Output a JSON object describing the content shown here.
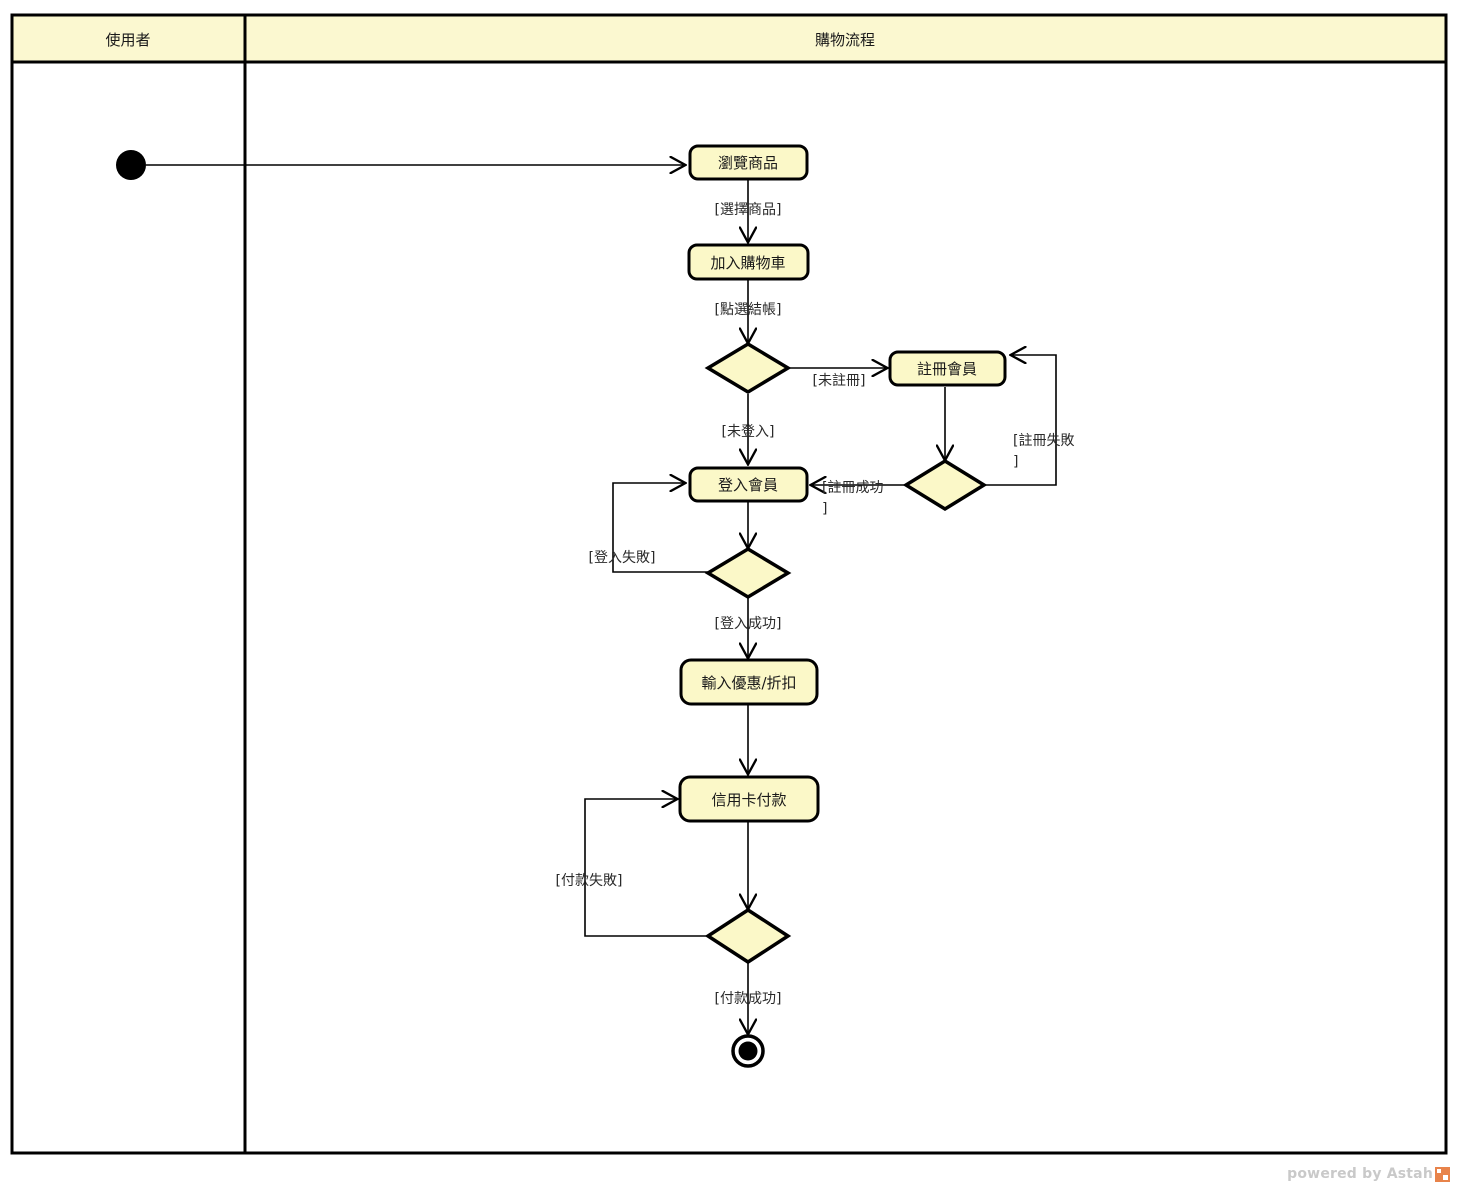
{
  "diagram": {
    "type": "uml-activity-diagram",
    "tool_watermark": "powered by Astah",
    "lanes": [
      {
        "id": "user",
        "label": "使用者"
      },
      {
        "id": "shopping",
        "label": "購物流程"
      }
    ],
    "nodes": [
      {
        "id": "start",
        "kind": "initial-node",
        "label": ""
      },
      {
        "id": "browse",
        "kind": "action",
        "label": "瀏覽商品"
      },
      {
        "id": "addcart",
        "kind": "action",
        "label": "加入購物車"
      },
      {
        "id": "d_checkout",
        "kind": "decision",
        "label": ""
      },
      {
        "id": "register",
        "kind": "action",
        "label": "註冊會員"
      },
      {
        "id": "d_register",
        "kind": "decision",
        "label": ""
      },
      {
        "id": "login",
        "kind": "action",
        "label": "登入會員"
      },
      {
        "id": "d_login",
        "kind": "decision",
        "label": ""
      },
      {
        "id": "discount",
        "kind": "action",
        "label": "輸入優惠/折扣"
      },
      {
        "id": "payment",
        "kind": "action",
        "label": "信用卡付款"
      },
      {
        "id": "d_payment",
        "kind": "decision",
        "label": ""
      },
      {
        "id": "end",
        "kind": "final-node",
        "label": ""
      }
    ],
    "edges": [
      {
        "from": "start",
        "to": "browse",
        "label": ""
      },
      {
        "from": "browse",
        "to": "addcart",
        "label": "[選擇商品]"
      },
      {
        "from": "addcart",
        "to": "d_checkout",
        "label": "[點選結帳]"
      },
      {
        "from": "d_checkout",
        "to": "register",
        "label": "[未註冊]"
      },
      {
        "from": "d_checkout",
        "to": "login",
        "label": "[未登入]"
      },
      {
        "from": "register",
        "to": "d_register",
        "label": ""
      },
      {
        "from": "d_register",
        "to": "register",
        "label": "[註冊失敗]"
      },
      {
        "from": "d_register",
        "to": "login",
        "label": "[註冊成功]"
      },
      {
        "from": "login",
        "to": "d_login",
        "label": ""
      },
      {
        "from": "d_login",
        "to": "login",
        "label": "[登入失敗]"
      },
      {
        "from": "d_login",
        "to": "discount",
        "label": "[登入成功]"
      },
      {
        "from": "discount",
        "to": "payment",
        "label": ""
      },
      {
        "from": "payment",
        "to": "d_payment",
        "label": ""
      },
      {
        "from": "d_payment",
        "to": "payment",
        "label": "[付款失敗]"
      },
      {
        "from": "d_payment",
        "to": "end",
        "label": "[付款成功]"
      }
    ],
    "edge_labels": {
      "select_product": "[選擇商品]",
      "click_checkout": "[點選結帳]",
      "not_registered": "[未註冊]",
      "not_logged_in": "[未登入]",
      "register_failed_line1": "[註冊失敗",
      "register_failed_line2": "]",
      "register_success_line1": "[註冊成功",
      "register_success_line2": "]",
      "login_failed": "[登入失敗]",
      "login_success": "[登入成功]",
      "payment_failed": "[付款失敗]",
      "payment_success": "[付款成功]"
    },
    "node_labels": {
      "browse": "瀏覽商品",
      "addcart": "加入購物車",
      "register": "註冊會員",
      "login": "登入會員",
      "discount": "輸入優惠/折扣",
      "payment": "信用卡付款"
    },
    "colors": {
      "node_fill": "#fbf8c8",
      "header_fill": "#fbf8d0",
      "stroke": "#000000",
      "background": "#ffffff",
      "watermark": "#c9c9c9",
      "watermark_logo": "#e8834a"
    }
  }
}
